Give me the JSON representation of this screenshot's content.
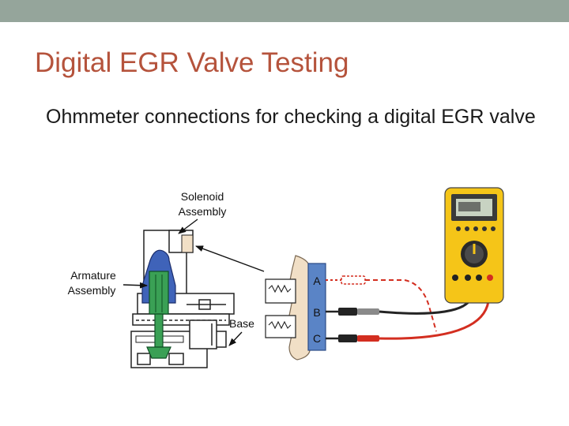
{
  "slide": {
    "title": "Digital EGR Valve Testing",
    "body": "Ohmmeter connections for checking a digital EGR valve"
  },
  "colors": {
    "top_bar": "#95a59b",
    "title_text": "#b5533c",
    "body_text": "#1a1a1a",
    "armature_blue": "#3f63b9",
    "armature_green": "#3aa055",
    "meter_yellow": "#f5c518",
    "lead_red": "#d32e20",
    "lead_black": "#232323",
    "connector_tan": "#f1dfc6",
    "connector_blue": "#5a84c6"
  },
  "diagram": {
    "labels": {
      "solenoid_line1": "Solenoid",
      "solenoid_line2": "Assembly",
      "armature_line1": "Armature",
      "armature_line2": "Assembly",
      "base": "Base"
    },
    "terminals": [
      "A",
      "B",
      "C"
    ]
  }
}
